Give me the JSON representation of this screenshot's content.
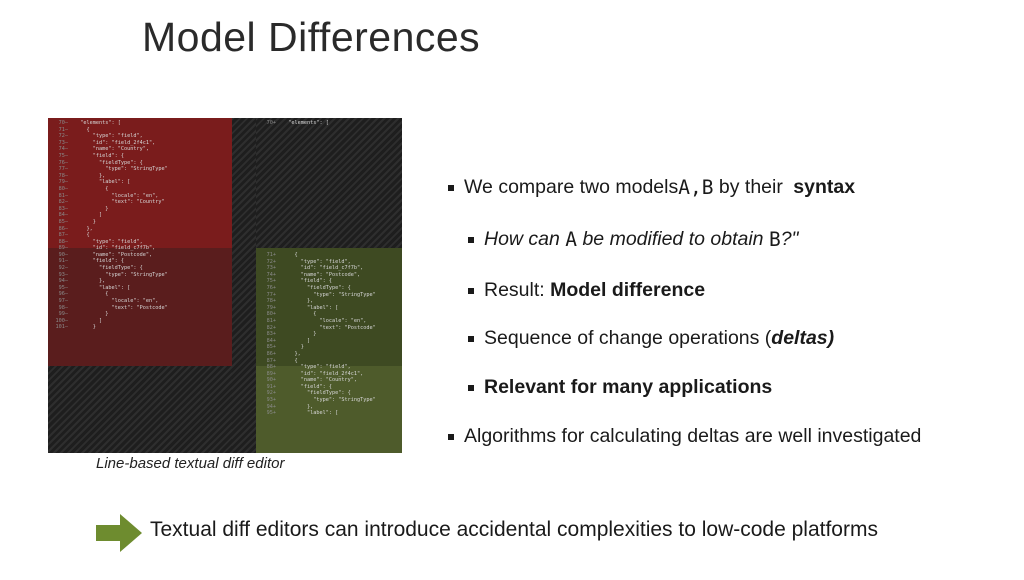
{
  "slide": {
    "title": "Model Differences",
    "caption": "Line-based textual diff editor",
    "bullets": {
      "b1": {
        "pre": "We compare two models ",
        "models": "A,B",
        "mid": " by their ",
        "bold": "syntax"
      },
      "b2": {
        "pre": "How can ",
        "a": "A",
        "mid": " be modified to obtain ",
        "b": "B",
        "post": "?\""
      },
      "b3": {
        "pre": "Result: ",
        "bold": "Model difference"
      },
      "b4": {
        "pre": "Sequence of change operations (",
        "bold": "deltas)"
      },
      "b5": {
        "bold": "Relevant for many applications"
      },
      "b6": {
        "text": "Algorithms for calculating deltas are well investigated"
      }
    },
    "conclusion": "Textual diff editors can introduce accidental complexities to low-code platforms",
    "arrow_color": "#6e8c2f"
  },
  "editor": {
    "left_lines": [
      {
        "n": "70—",
        "t": "  \"elements\": ["
      },
      {
        "n": "71—",
        "t": "    {"
      },
      {
        "n": "72—",
        "t": "      \"type\": \"field\","
      },
      {
        "n": "73—",
        "t": "      \"id\": \"field_2f4c1\","
      },
      {
        "n": "74—",
        "t": "      \"name\": \"Country\","
      },
      {
        "n": "75—",
        "t": "      \"field\": {"
      },
      {
        "n": "76—",
        "t": "        \"fieldType\": {"
      },
      {
        "n": "77—",
        "t": "          \"type\": \"StringType\""
      },
      {
        "n": "78—",
        "t": "        },"
      },
      {
        "n": "79—",
        "t": "        \"label\": ["
      },
      {
        "n": "80—",
        "t": "          {"
      },
      {
        "n": "81—",
        "t": "            \"locale\": \"en\","
      },
      {
        "n": "82—",
        "t": "            \"text\": \"Country\""
      },
      {
        "n": "83—",
        "t": "          }"
      },
      {
        "n": "84—",
        "t": "        ]"
      },
      {
        "n": "85—",
        "t": "      }"
      },
      {
        "n": "86—",
        "t": "    },"
      },
      {
        "n": "87—",
        "t": "    {"
      },
      {
        "n": "88—",
        "t": "      \"type\": \"field\","
      },
      {
        "n": "89—",
        "t": "      \"id\": \"field_c7f7b\","
      },
      {
        "n": "90—",
        "t": "      \"name\": \"Postcode\","
      },
      {
        "n": "91—",
        "t": "      \"field\": {"
      },
      {
        "n": "92—",
        "t": "        \"fieldType\": {"
      },
      {
        "n": "93—",
        "t": "          \"type\": \"StringType\""
      },
      {
        "n": "94—",
        "t": "        },"
      },
      {
        "n": "95—",
        "t": "        \"label\": ["
      },
      {
        "n": "96—",
        "t": "          {"
      },
      {
        "n": "97—",
        "t": "            \"locale\": \"en\","
      },
      {
        "n": "98—",
        "t": "            \"text\": \"Postcode\""
      },
      {
        "n": "99—",
        "t": "          }"
      },
      {
        "n": "100—",
        "t": "        ]"
      },
      {
        "n": "101—",
        "t": "      }"
      }
    ],
    "right_top": [
      {
        "n": "70+",
        "t": "  \"elements\": ["
      }
    ],
    "right_lines": [
      {
        "n": "71+",
        "t": "    {"
      },
      {
        "n": "72+",
        "t": "      \"type\": \"field\","
      },
      {
        "n": "73+",
        "t": "      \"id\": \"field_c7f7b\","
      },
      {
        "n": "74+",
        "t": "      \"name\": \"Postcode\","
      },
      {
        "n": "75+",
        "t": "      \"field\": {"
      },
      {
        "n": "76+",
        "t": "        \"fieldType\": {"
      },
      {
        "n": "77+",
        "t": "          \"type\": \"StringType\""
      },
      {
        "n": "78+",
        "t": "        },"
      },
      {
        "n": "79+",
        "t": "        \"label\": ["
      },
      {
        "n": "80+",
        "t": "          {"
      },
      {
        "n": "81+",
        "t": "            \"locale\": \"en\","
      },
      {
        "n": "82+",
        "t": "            \"text\": \"Postcode\""
      },
      {
        "n": "83+",
        "t": "          }"
      },
      {
        "n": "84+",
        "t": "        ]"
      },
      {
        "n": "85+",
        "t": "      }"
      },
      {
        "n": "86+",
        "t": "    },"
      },
      {
        "n": "87+",
        "t": "    {"
      },
      {
        "n": "88+",
        "t": "      \"type\": \"field\","
      },
      {
        "n": "89+",
        "t": "      \"id\": \"field_2f4c1\","
      },
      {
        "n": "90+",
        "t": "      \"name\": \"Country\","
      },
      {
        "n": "91+",
        "t": "      \"field\": {"
      },
      {
        "n": "92+",
        "t": "        \"fieldType\": {"
      },
      {
        "n": "93+",
        "t": "          \"type\": \"StringType\""
      },
      {
        "n": "94+",
        "t": "        },"
      },
      {
        "n": "95+",
        "t": "        \"label\": ["
      }
    ]
  }
}
